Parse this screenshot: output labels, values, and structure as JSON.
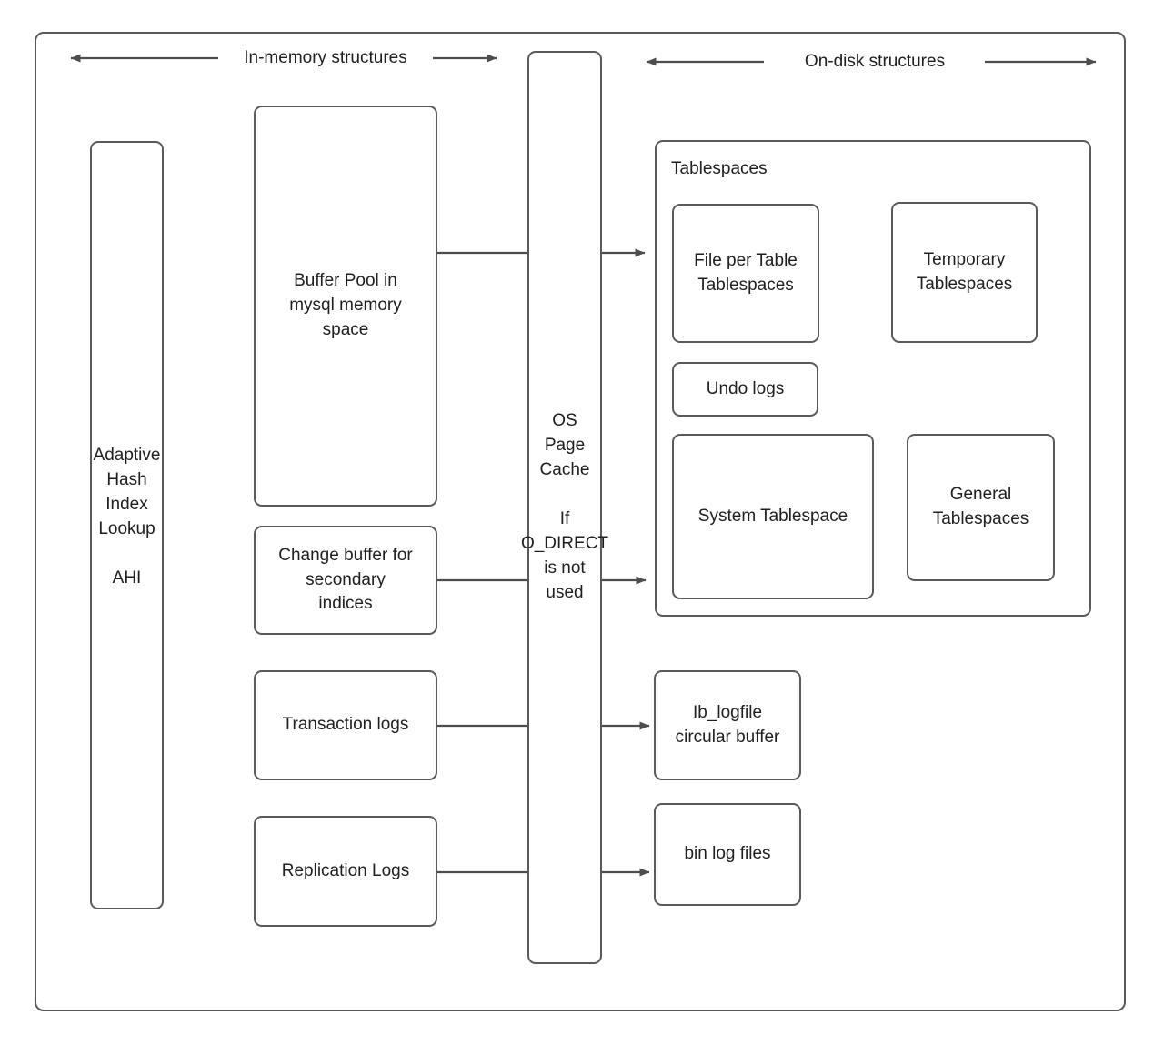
{
  "diagram": {
    "title_hidden": "",
    "stroke_color": "#5a5a5a",
    "text_color": "#1f1f1f",
    "background": "#ffffff",
    "headers": [
      {
        "id": "in-memory",
        "label": "In-memory structures"
      },
      {
        "id": "on-disk",
        "label": "On-disk structures"
      }
    ],
    "outer_frame": {
      "name": "mysql-innodb-architecture-frame"
    },
    "nodes": {
      "ahi": {
        "label": "Adaptive\nHash\nIndex\nLookup\n\nAHI"
      },
      "buffer_pool": {
        "label": "Buffer Pool in\nmysql memory\nspace"
      },
      "change_buffer": {
        "label": "Change buffer for\nsecondary\nindices"
      },
      "transaction_logs": {
        "label": "Transaction logs"
      },
      "replication_logs": {
        "label": "Replication Logs"
      },
      "os_page_cache": {
        "label": "OS\nPage\nCache\n\nIf\nO_DIRECT\nis not\nused"
      },
      "tablespaces_group": {
        "label": "Tablespaces"
      },
      "file_per_table": {
        "label": "File per Table\nTablespaces"
      },
      "temporary_tablespaces": {
        "label": "Temporary\nTablespaces"
      },
      "undo_logs": {
        "label": "Undo logs"
      },
      "system_tablespace": {
        "label": "System Tablespace"
      },
      "general_tablespaces": {
        "label": "General\nTablespaces"
      },
      "ib_logfile": {
        "label": "Ib_logfile\ncircular buffer"
      },
      "bin_log_files": {
        "label": "bin log files"
      }
    },
    "connections": [
      {
        "from": "buffer_pool",
        "to": "file_per_table"
      },
      {
        "from": "change_buffer",
        "to": "system_tablespace"
      },
      {
        "from": "transaction_logs",
        "to": "ib_logfile"
      },
      {
        "from": "replication_logs",
        "to": "bin_log_files"
      }
    ]
  }
}
